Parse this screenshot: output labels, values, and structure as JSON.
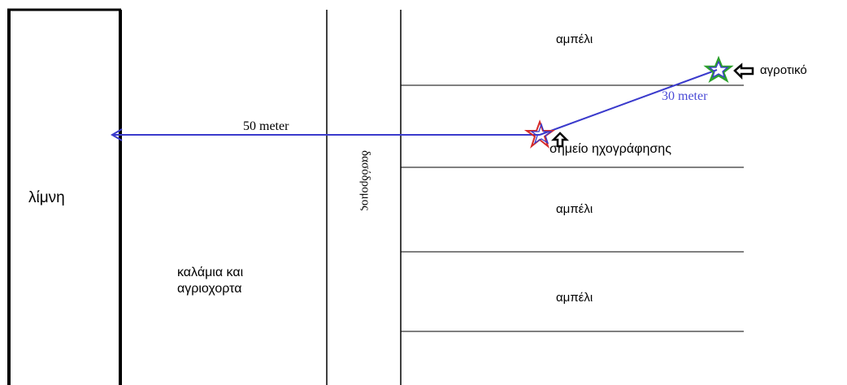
{
  "labels": {
    "lake": "λίμνη",
    "reeds": "καλάμια και\nαγριοχορτα",
    "road": "δασόδρομος",
    "vineyard_top": "αμπέλι",
    "vineyard_mid": "αμπέλι",
    "vineyard_bottom": "αμπέλι",
    "farm_road": "αγροτικό",
    "recording_point": "σημείο ηχογράφησης",
    "distance_50": "50 meter",
    "distance_30": "30 meter"
  },
  "colors": {
    "line": "#000000",
    "arrow": "#3a3acc",
    "label_30": "#4b4bd6",
    "star_recording": "#d42a2a",
    "star_farm": "#2ca02c",
    "pointer": "#000000"
  },
  "icons": {
    "recording_star": "star-icon",
    "farm_star": "star-icon",
    "recording_pointer": "arrow-up-icon",
    "farm_pointer": "arrow-left-icon"
  }
}
